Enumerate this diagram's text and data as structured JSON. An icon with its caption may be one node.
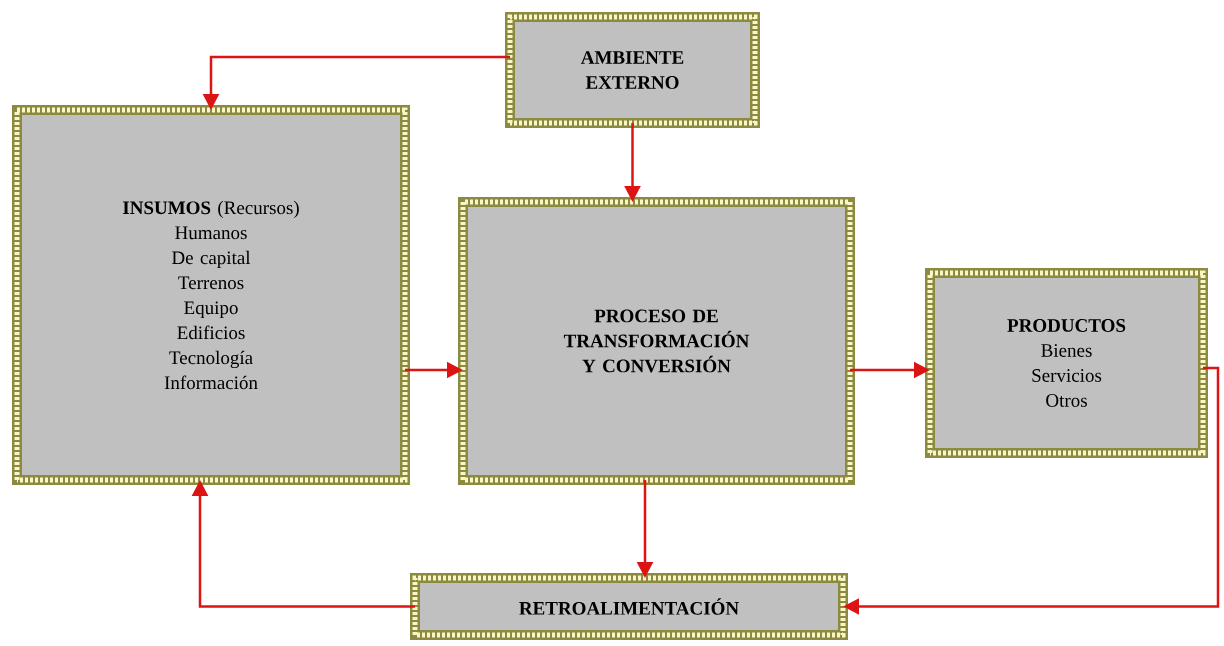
{
  "diagram": {
    "nodes": [
      {
        "text": [
          "AMBIENTE EXTERNO"
        ]
      },
      {
        "text": [
          "**INSUMOS** (Recursos)",
          "Humanos",
          "De capital",
          "Terrenos",
          "Equipo",
          "Edificios",
          "Tecnología",
          "Información"
        ]
      },
      {
        "text": [
          "PROCESO DE TRANSFORMACIÓN Y CONVERSIÓN"
        ]
      },
      {
        "text": [
          "PRODUCTOS",
          "Bienes",
          "Servicios",
          "Otros"
        ]
      },
      {
        "text": [
          "RETROALIMENTACIÓN"
        ]
      }
    ],
    "edges": [
      {
        "from": 0,
        "to": 1,
        "arrow": "to"
      },
      {
        "from": 0,
        "to": 2,
        "arrow": "to"
      },
      {
        "from": 1,
        "to": 2,
        "arrow": "to"
      },
      {
        "from": 2,
        "to": 3,
        "arrow": "to"
      },
      {
        "from": 2,
        "to": 4,
        "arrow": "to"
      },
      {
        "from": 3,
        "to": 4,
        "arrow": "to"
      },
      {
        "from": 4,
        "to": 1,
        "arrow": "to"
      }
    ]
  }
}
